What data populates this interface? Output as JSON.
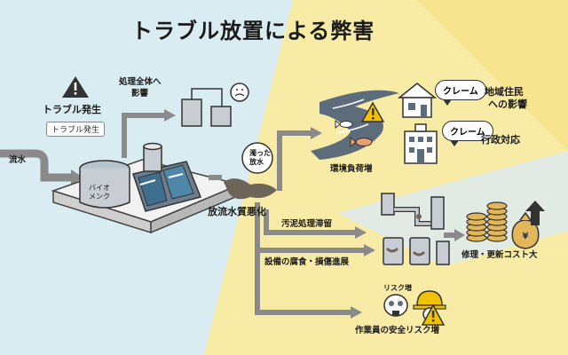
{
  "title": "トラブル放置による弊害",
  "labels": {
    "trouble": "トラブル発生",
    "trouble_tag": "トラブル発生",
    "inflow": "流水",
    "bio_line1": "バイオ",
    "bio_line2": "メンク",
    "process_all_line1": "処理全体へ",
    "process_all_line2": "影響",
    "turbid_line1": "濁った",
    "turbid_line2": "放水",
    "discharge": "放流水質悪化",
    "env": "環境負荷増",
    "claim1": "クレーム",
    "claim2": "クレーム",
    "local_line1": "地域住民",
    "local_line2": "への影響",
    "admin": "行政対応",
    "sludge": "汚泥処理滞留",
    "equipment": "設備の腐食・損傷進展",
    "cost": "修理・更新コスト大",
    "risk_small": "リスク増",
    "worker": "作業員の安全リスク増"
  },
  "colors": {
    "bg_blue": "#d9ecf2",
    "bg_yellow": "#f8eba5",
    "arrow": "#8a8a8a",
    "dark": "#333333",
    "water": "#5d6c7a",
    "coin": "#e2b75a",
    "warn": "#f2c200"
  },
  "icons": [
    "warning-icon",
    "tank-icon",
    "factory-icon",
    "house-icon",
    "building-icon",
    "fish-icon",
    "pipe-icon",
    "drum-icon",
    "coin-icon",
    "money-bag-icon",
    "up-arrow-icon",
    "helmet-icon",
    "gas-mask-icon"
  ]
}
